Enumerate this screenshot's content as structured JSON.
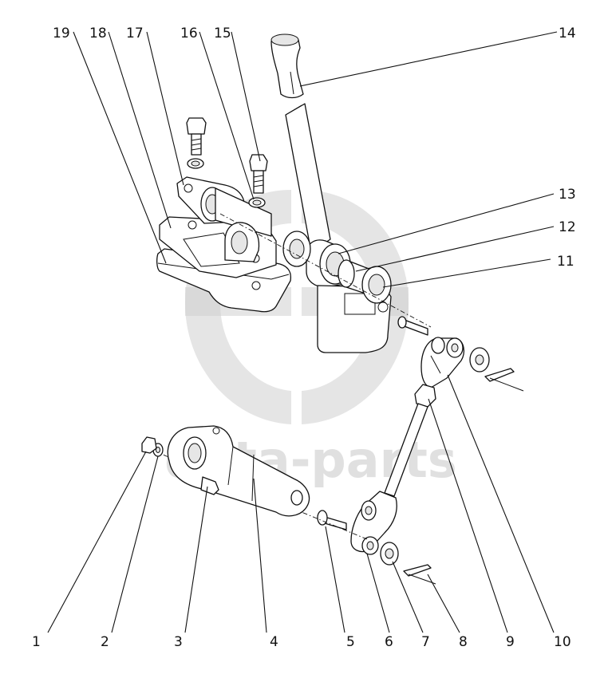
{
  "diagram": {
    "watermark_text": "data-parts",
    "callouts": [
      {
        "id": "1",
        "label": "1"
      },
      {
        "id": "2",
        "label": "2"
      },
      {
        "id": "3",
        "label": "3"
      },
      {
        "id": "4",
        "label": "4"
      },
      {
        "id": "5",
        "label": "5"
      },
      {
        "id": "6",
        "label": "6"
      },
      {
        "id": "7",
        "label": "7"
      },
      {
        "id": "8",
        "label": "8"
      },
      {
        "id": "9",
        "label": "9"
      },
      {
        "id": "10",
        "label": "10"
      },
      {
        "id": "11",
        "label": "11"
      },
      {
        "id": "12",
        "label": "12"
      },
      {
        "id": "13",
        "label": "13"
      },
      {
        "id": "14",
        "label": "14"
      },
      {
        "id": "15",
        "label": "15"
      },
      {
        "id": "16",
        "label": "16"
      },
      {
        "id": "17",
        "label": "17"
      },
      {
        "id": "18",
        "label": "18"
      },
      {
        "id": "19",
        "label": "19"
      }
    ]
  }
}
